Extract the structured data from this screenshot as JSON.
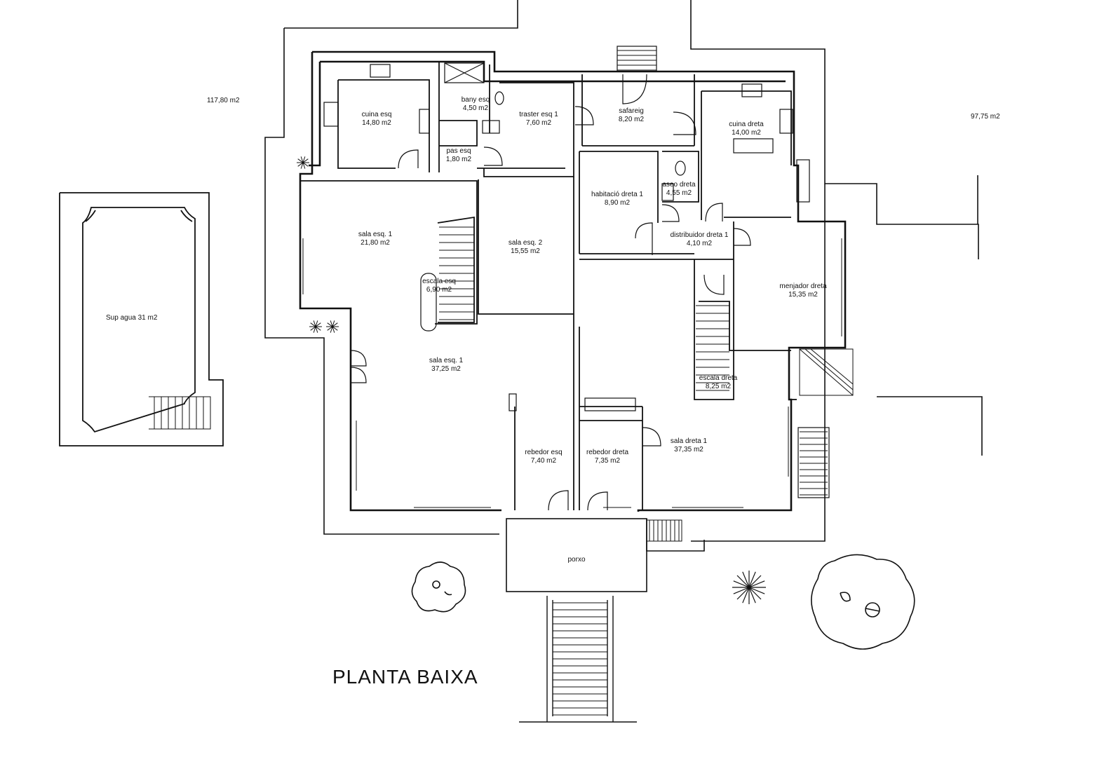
{
  "drawing": {
    "title": "PLANTA BAIXA",
    "plot_left_area": "117,80 m2",
    "plot_right_area": "97,75 m2",
    "pool": {
      "label": "Sup agua 31 m2"
    },
    "rooms": [
      {
        "id": "cuina-esq",
        "name": "cuina esq",
        "area": "14,80 m2"
      },
      {
        "id": "bany-esq",
        "name": "bany esq",
        "area": "4,50 m2"
      },
      {
        "id": "traster-esq-1",
        "name": "traster esq 1",
        "area": "7,60 m2"
      },
      {
        "id": "pas-esq",
        "name": "pas esq",
        "area": "1,80 m2"
      },
      {
        "id": "safareig",
        "name": "safareig",
        "area": "8,20 m2"
      },
      {
        "id": "cuina-dreta",
        "name": "cuina dreta",
        "area": "14,00 m2"
      },
      {
        "id": "habitacio-dreta-1",
        "name": "habitació dreta 1",
        "area": "8,90 m2"
      },
      {
        "id": "aseo-dreta",
        "name": "aseo dreta",
        "area": "4,55 m2"
      },
      {
        "id": "distribuidor-dreta-1",
        "name": "distribuidor dreta 1",
        "area": "4,10 m2"
      },
      {
        "id": "sala-esq-1-upper",
        "name": "sala esq. 1",
        "area": "21,80 m2"
      },
      {
        "id": "sala-esq-2",
        "name": "sala esq. 2",
        "area": "15,55 m2"
      },
      {
        "id": "escala-esq",
        "name": "escala esq",
        "area": "6,90 m2"
      },
      {
        "id": "menjador-dreta",
        "name": "menjador dreta",
        "area": "15,35 m2"
      },
      {
        "id": "sala-esq-1-lower",
        "name": "sala esq. 1",
        "area": "37,25 m2"
      },
      {
        "id": "escala-dreta",
        "name": "escala dreta",
        "area": "8,25 m2"
      },
      {
        "id": "rebedor-esq",
        "name": "rebedor esq",
        "area": "7,40 m2"
      },
      {
        "id": "rebedor-dreta",
        "name": "rebedor dreta",
        "area": "7,35 m2"
      },
      {
        "id": "sala-dreta-1",
        "name": "sala dreta 1",
        "area": "37,35 m2"
      },
      {
        "id": "porxo",
        "name": "porxo",
        "area": ""
      }
    ]
  }
}
